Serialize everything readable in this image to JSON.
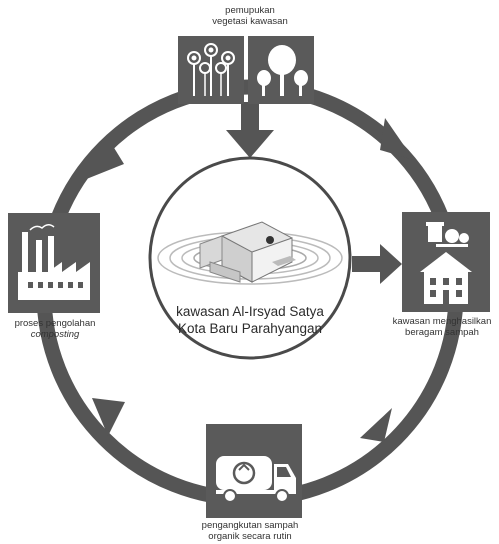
{
  "center": {
    "line1": "kawasan Al-Irsyad Satya",
    "line2": "Kota Baru Parahyangan"
  },
  "nodes": {
    "top": {
      "line1": "pemupukan",
      "line2": "vegetasi kawasan",
      "icon": "trees-flowers-icon"
    },
    "right": {
      "line1": "kawasan menghasilkan",
      "line2": "beragam sampah",
      "icon": "house-waste-icon"
    },
    "bottom": {
      "line1": "pengangkutan sampah",
      "line2": "organik secara rutin",
      "icon": "garbage-truck-icon"
    },
    "left": {
      "line1": "proses pengolahan",
      "line2": "composting",
      "icon": "factory-icon"
    }
  },
  "colors": {
    "ring": "#555555",
    "box": "#5a5a5a",
    "icon": "#ffffff",
    "circle_border": "#4a4a4a"
  }
}
